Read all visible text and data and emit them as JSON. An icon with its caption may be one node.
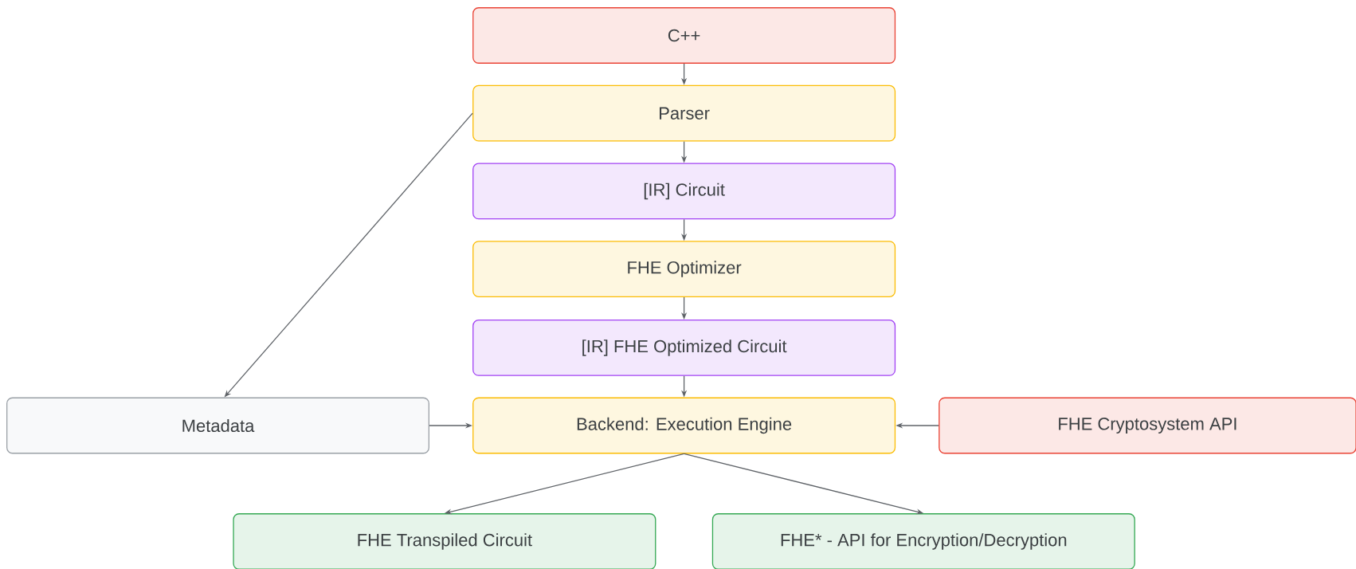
{
  "diagram": {
    "nodes": [
      {
        "text": [
          "C++"
        ]
      },
      {
        "text": [
          "Parser"
        ]
      },
      {
        "text": [
          "[IR] Circuit"
        ]
      },
      {
        "text": [
          "FHE Optimizer"
        ]
      },
      {
        "text": [
          "[IR] FHE Optimized Circuit"
        ]
      },
      {
        "text": [
          "Metadata"
        ]
      },
      {
        "text": [
          "Backend: Execution Engine"
        ]
      },
      {
        "text": [
          "FHE Cryptosystem API"
        ]
      },
      {
        "text": [
          "FHE Transpiled Circuit"
        ]
      },
      {
        "text": [
          "FHE* - API for Encryption/Decryption"
        ]
      }
    ],
    "edges": [
      {
        "from": 0,
        "to": 1,
        "arrow": "to"
      },
      {
        "from": 1,
        "to": 2,
        "arrow": "to"
      },
      {
        "from": 2,
        "to": 3,
        "arrow": "to"
      },
      {
        "from": 3,
        "to": 4,
        "arrow": "to"
      },
      {
        "from": 4,
        "to": 6,
        "arrow": "to"
      },
      {
        "from": 1,
        "to": 5,
        "arrow": "to"
      },
      {
        "from": 5,
        "to": 6,
        "arrow": "to"
      },
      {
        "from": 7,
        "to": 6,
        "arrow": "to"
      },
      {
        "from": 6,
        "to": 8,
        "arrow": "to"
      },
      {
        "from": 6,
        "to": 9,
        "arrow": "to"
      }
    ]
  }
}
